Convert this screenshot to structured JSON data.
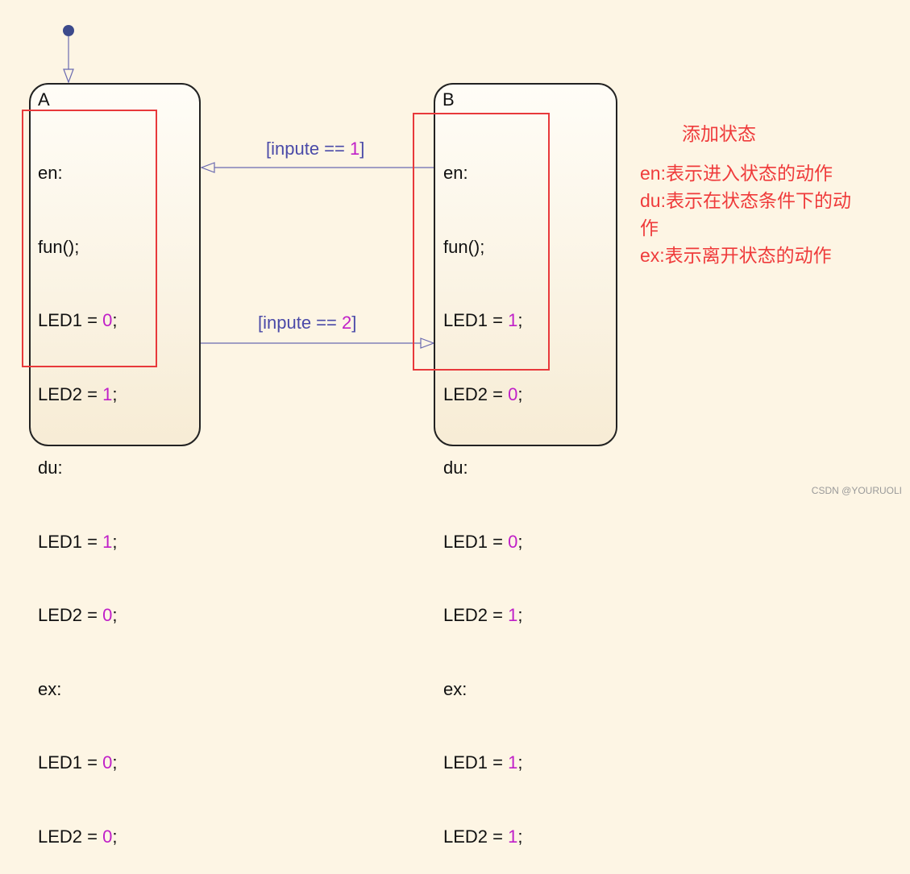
{
  "states": [
    {
      "name": "A",
      "lines": [
        {
          "text": "en:"
        },
        {
          "text": "fun();"
        },
        {
          "text": "LED1 = ",
          "num": "0",
          "tail": ";"
        },
        {
          "text": "LED2 = ",
          "num": "1",
          "tail": ";"
        },
        {
          "text": "du:"
        },
        {
          "text": "LED1 = ",
          "num": "1",
          "tail": ";"
        },
        {
          "text": "LED2 = ",
          "num": "0",
          "tail": ";"
        },
        {
          "text": "ex:"
        },
        {
          "text": "LED1 = ",
          "num": "0",
          "tail": ";"
        },
        {
          "text": "LED2 = ",
          "num": "0",
          "tail": ";"
        }
      ]
    },
    {
      "name": "B",
      "lines": [
        {
          "text": "en:"
        },
        {
          "text": "fun();"
        },
        {
          "text": "LED1 = ",
          "num": "1",
          "tail": ";"
        },
        {
          "text": "LED2 = ",
          "num": "0",
          "tail": ";"
        },
        {
          "text": "du:"
        },
        {
          "text": "LED1 = ",
          "num": "0",
          "tail": ";"
        },
        {
          "text": "LED2 = ",
          "num": "1",
          "tail": ";"
        },
        {
          "text": "ex:"
        },
        {
          "text": "LED1 = ",
          "num": "1",
          "tail": ";"
        },
        {
          "text": "LED2 = ",
          "num": "1",
          "tail": ";"
        }
      ]
    }
  ],
  "transitions": [
    {
      "from": "B",
      "to": "A",
      "guard_prefix": "[inpute == ",
      "guard_num": "1",
      "guard_suffix": "]"
    },
    {
      "from": "A",
      "to": "B",
      "guard_prefix": "[inpute == ",
      "guard_num": "2",
      "guard_suffix": "]"
    }
  ],
  "annotation": {
    "title": "添加状态",
    "lines": [
      "en:表示进入状态的动作",
      "du:表示在状态条件下的动",
      "作",
      "ex:表示离开状态的动作"
    ]
  },
  "watermark": "CSDN @YOURUOLI",
  "colors": {
    "background": "#fdf5e4",
    "number": "#c01fc8",
    "guard": "#4a4aa8",
    "highlight_box": "#e8393b",
    "annotation": "#ef3b3b",
    "wire": "#6a6ab0"
  }
}
